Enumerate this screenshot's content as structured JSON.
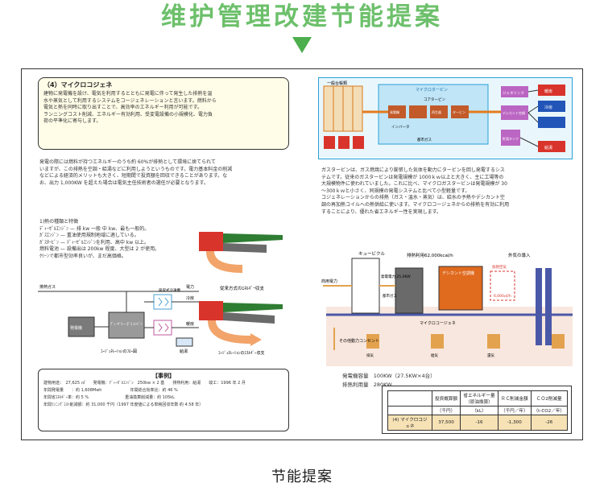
{
  "header": {
    "title": "维护管理改建节能提案"
  },
  "caption": "节能提案",
  "left": {
    "section_title": "（4）マイクロコジェネ",
    "intro_lines": [
      "建物に発電機を設け、電気を利用するとともに発電に伴って発生した排熱を温",
      "水や蒸気として利用するシステムをコージェネレーションと言います。燃料から",
      "電気と熱を同時に取り出すことで、高効率のエネルギー利用が可能です。",
      "ランニングコスト削減、エネルギー有効利用、受変電設備の小規模化、電力負",
      "荷の平準化に寄与します。"
    ],
    "body_lines": [
      "発電の際には燃料が持つエネルギーのうち約 60%が排熱として環境に捨てられて",
      "いますが、この排熱を空調・給湯などに利用しようというものです。電力基本料金の削減",
      "などによる経済的メリットも大きく、短期間で投資額を回収できることがあります。な",
      "お、出力 1,000KW を超えた場合は電気主任技術者の選任が必要となります。"
    ],
    "list_lines": [
      "1)熱の種類と特徴",
      "ﾃﾞｨｰｾﾞﾙｴﾝｼﾞﾝ — 排 kw 一般 中 kw、最も一般的。",
      "ｶﾞｽｴﾝｼﾞﾝ — 重油使用規制地域に適している。",
      "ｶﾞｽﾀｰﾋﾞﾝ — ﾃﾞｨｰｾﾞﾙｴﾝｼﾞﾝを利用、高中 kw 以上。",
      "燃料電池 — 設備出は 200kw 程度、大型は 2 が使用。",
      "ｸﾘｰﾝで都市型効率良いが、まだ高価格。"
    ],
    "diagram_labels": {
      "exhaust": "排熱ガス",
      "generator": "発電機",
      "engine": "ﾃﾞｨｰｾﾞﾙ・ｶﾞｽ ｴﾝｼﾞﾝ",
      "heat_exchanger": "吸収式冷凍機",
      "hot_water": "給湯",
      "heating": "暖房",
      "cooling": "冷房",
      "electric": "電力",
      "cogen_caption": "ｺｰｼﾞｪﾈﾚｰｼｮﾝのﾌﾛｰ図",
      "comparison_caption": "従来方式のｴﾈﾙｷﾞｰ収支",
      "cogen_balance_caption": "ｺｰｼﾞｪﾈﾚｰｼｮﾝのｴﾈﾙｷﾞｰ収支"
    },
    "spec_title": "【事例】",
    "spec_lines": [
      "建物用途：　27,625 ㎡　　発電機：ﾃﾞｨｰｾﾞﾙｴﾝｼﾞﾝ　250kw × 2 基　　排熱利用：給湯　　竣工：1996 年 2 月",
      "年間発電量　　：約 1,608Mwh　　　　　　　年間総合効率比：約 46 %",
      "年間省ｴﾈﾙｷﾞｰ率：約 5 %　　　　　　　　　重油換算削減量：約 105kL",
      "年間ﾗﾝﾆﾝｸﾞｺｽﾄ削減額：約 31,000 千円（1997 年度値による単純回収年数 約 4.58 年）"
    ]
  },
  "right": {
    "diagram_labels": {
      "general_facility": "一般台帳類",
      "microturbine": "マイクロタービン",
      "compressor": "コアタービン",
      "generator": "発電機",
      "inverter": "インバータ",
      "boiler": "排熱ボイラ",
      "turbine": "タービン",
      "recuperator": "再生器",
      "jet_link": "ジェネリンク",
      "desiccant": "デシカント空調",
      "hot_water_tank": "貯湯タンク",
      "heating": "暖房",
      "cooling": "冷房",
      "hot_water": "給湯",
      "fuel": "都市ガス"
    },
    "para_lines": [
      "ガスタービンは、ガス燃焼により膨張した気体を動力にタービンを回し発電するシス",
      "テムです。従来のガスタービンは発電規模が 1000ｋｗ以上と大きく、主に工場等の",
      "大規模物件に使われていました。これに比べ、マイクロガスタービンは発電規模が 30",
      "～300ｋｗと小さく、同規模の発電システムと比べて小型軽量です。",
      "コジェネレーションからの排熱（ガス・温水・蒸気）は、給水の予熱やデシカント空",
      "調の再加熱コイルへの熱供給に使います。マイクロコージェネからの排熱を有効に利用",
      "することにより、優れた省エネルギー性を実現します。"
    ],
    "system_labels": {
      "cubicle": "キュービクル",
      "exhaust_use": "排熱利用62,000kcal/h",
      "outside_air": "外気の導入",
      "commercial_power": "商用電力",
      "generated_power": "発電電力 25.0KW",
      "city_gas": "都市ガス",
      "desiccant_unit": "デシカント空調機",
      "hot_air": "6,000㎥/h",
      "heating_label": "加熱空気",
      "micro_cogen": "マイクロコージェネ",
      "other_power": "その他動力コンセント",
      "outlet": "排気",
      "supply": "給気",
      "return": "還気"
    },
    "capacity_rows": [
      {
        "label": "発電機容量",
        "value": "100KW（27.5KW×4台）"
      },
      {
        "label": "排熱利用量",
        "value": "280KW"
      }
    ],
    "table": {
      "headers": [
        "",
        "投資概算額",
        "省エネルギー量（原油換算）",
        "ＲＣ削減金額",
        "ＣＯ2削減量"
      ],
      "units": [
        "",
        "（千円）",
        "（kL）",
        "（千円／年）",
        "（t-CO2／年）"
      ],
      "row": [
        "(4) マイクロコジェネ",
        "37,500",
        "-16",
        "-1,300",
        "-26"
      ]
    }
  }
}
